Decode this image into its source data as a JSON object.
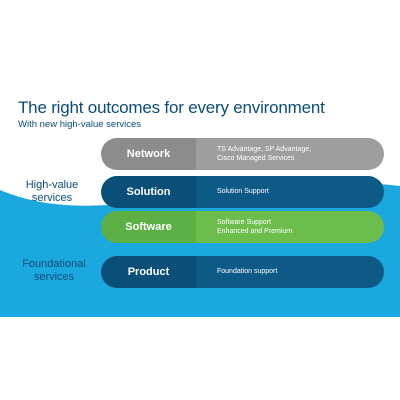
{
  "title": "The right outcomes for every environment",
  "subtitle": "With new high-value services",
  "labels": {
    "high_value": [
      "High-value",
      "services"
    ],
    "foundational": [
      "Foundational",
      "services"
    ]
  },
  "tiers": [
    {
      "name": "Network",
      "desc": [
        "TS Advantage, SP Advantage,",
        "Cisco Managed Services"
      ]
    },
    {
      "name": "Solution",
      "desc": [
        "Solution Support"
      ]
    },
    {
      "name": "Software",
      "desc": [
        "Software Support",
        "Enhanced and Premium"
      ]
    },
    {
      "name": "Product",
      "desc": [
        "Foundation support"
      ]
    }
  ],
  "colors": {
    "background_blue": "#1ba8de",
    "dark_blue": "#0a4f78",
    "green": "#5cb043",
    "gray": "#8c8c8c",
    "title_blue": "#0a4d7a"
  }
}
